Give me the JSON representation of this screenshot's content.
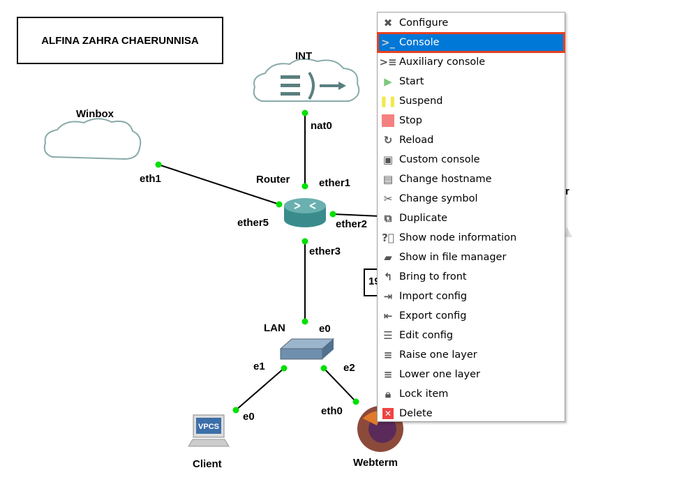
{
  "title_box": "ALFINA ZAHRA CHAERUNNISA",
  "nodes": {
    "int": "INT",
    "winbox": "Winbox",
    "router": "Router",
    "lan": "LAN",
    "client": "Client",
    "webterm": "Webterm",
    "vpcs_screen": "VPCS",
    "hidden_label": "19",
    "hidden_node_partial": "r"
  },
  "ports": {
    "nat0": "nat0",
    "eth1": "eth1",
    "ether1": "ether1",
    "ether5": "ether5",
    "ether2": "ether2",
    "ether3": "ether3",
    "lan_e0": "e0",
    "e1": "e1",
    "e2": "e2",
    "client_e0": "e0",
    "eth0": "eth0"
  },
  "colors": {
    "link_dot": "#00e000",
    "menu_highlight": "#0078d7",
    "highlight_border": "#e8401f"
  },
  "context_menu": {
    "selected": "Console",
    "items": [
      {
        "label": "Configure",
        "icon": "wrench-icon"
      },
      {
        "label": "Console",
        "icon": "terminal-icon"
      },
      {
        "label": "Auxiliary console",
        "icon": "aux-terminal-icon"
      },
      {
        "label": "Start",
        "icon": "play-icon"
      },
      {
        "label": "Suspend",
        "icon": "pause-icon"
      },
      {
        "label": "Stop",
        "icon": "stop-icon"
      },
      {
        "label": "Reload",
        "icon": "reload-icon"
      },
      {
        "label": "Custom console",
        "icon": "custom-console-icon"
      },
      {
        "label": "Change hostname",
        "icon": "hostname-icon"
      },
      {
        "label": "Change symbol",
        "icon": "symbol-icon"
      },
      {
        "label": "Duplicate",
        "icon": "duplicate-icon"
      },
      {
        "label": "Show node information",
        "icon": "question-icon"
      },
      {
        "label": "Show in file manager",
        "icon": "folder-icon"
      },
      {
        "label": "Bring to front",
        "icon": "bring-front-icon"
      },
      {
        "label": "Import config",
        "icon": "import-icon"
      },
      {
        "label": "Export config",
        "icon": "export-icon"
      },
      {
        "label": "Edit config",
        "icon": "edit-config-icon"
      },
      {
        "label": "Raise one layer",
        "icon": "raise-layer-icon"
      },
      {
        "label": "Lower one layer",
        "icon": "lower-layer-icon"
      },
      {
        "label": "Lock item",
        "icon": "lock-icon"
      },
      {
        "label": "Delete",
        "icon": "delete-icon"
      }
    ]
  }
}
